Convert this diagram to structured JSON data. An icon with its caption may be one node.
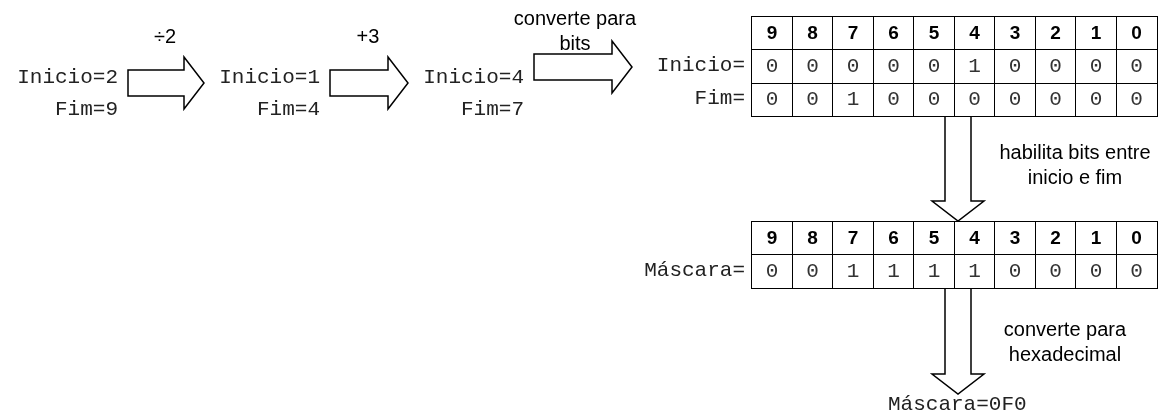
{
  "diagram": {
    "nodes": [
      {
        "text": [
          "Inicio=2",
          "Fim=9"
        ]
      },
      {
        "text": [
          "Inicio=1",
          "Fim=4"
        ]
      },
      {
        "text": [
          "Inicio=4",
          "Fim=7"
        ]
      },
      {
        "text": [
          "Inicio=",
          "Fim="
        ]
      },
      {
        "text": [
          "Máscara="
        ]
      },
      {
        "text": [
          "Máscara=0F0"
        ]
      }
    ],
    "edges": [
      {
        "from": 0,
        "to": 1,
        "arrow": "to",
        "label": "÷2"
      },
      {
        "from": 1,
        "to": 2,
        "arrow": "to",
        "label": "+3"
      },
      {
        "from": 2,
        "to": 3,
        "arrow": "to",
        "label": "converte para bits"
      },
      {
        "from": 3,
        "to": 4,
        "arrow": "to",
        "label": "habilita bits entre inicio e fim"
      },
      {
        "from": 4,
        "to": 5,
        "arrow": "to",
        "label": "converte para hexadecimal"
      }
    ],
    "labels": [
      "9",
      "8",
      "7",
      "6",
      "5",
      "4",
      "3",
      "2",
      "1",
      "0",
      "0",
      "0",
      "0",
      "0",
      "0",
      "1",
      "0",
      "0",
      "0",
      "0",
      "0",
      "0",
      "1",
      "0",
      "0",
      "0",
      "0",
      "0",
      "0",
      "0",
      "9",
      "8",
      "7",
      "6",
      "5",
      "4",
      "3",
      "2",
      "1",
      "0",
      "0",
      "0",
      "1",
      "1",
      "1",
      "1",
      "0",
      "0",
      "0",
      "0"
    ]
  }
}
